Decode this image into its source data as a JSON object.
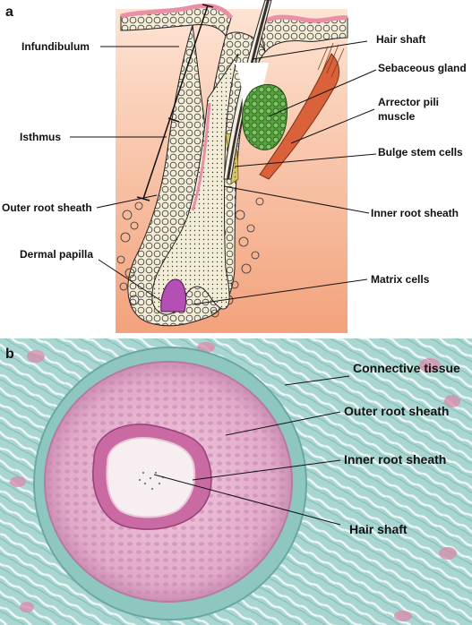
{
  "panel_a": {
    "letter": "a",
    "labels": {
      "infundibulum": "Infundibulum",
      "isthmus": "Isthmus",
      "outer_root_sheath": "Outer root sheath",
      "dermal_papilla": "Dermal papilla",
      "hair_shaft": "Hair shaft",
      "sebaceous_gland": "Sebaceous gland",
      "arrector_pili_line1": "Arrector pili",
      "arrector_pili_line2": "muscle",
      "bulge_stem_cells": "Bulge stem cells",
      "inner_root_sheath": "Inner root sheath",
      "matrix_cells": "Matrix cells"
    },
    "colors": {
      "dermis_top": "#fbd9c4",
      "dermis_bottom": "#f3a27c",
      "epidermis": "#e98fa6",
      "cells": "#f3ecd7",
      "sebaceous": "#6ab04c",
      "muscle": "#d9623a",
      "papilla": "#b34fb5"
    }
  },
  "panel_b": {
    "letter": "b",
    "labels": {
      "connective_tissue": "Connective tissue",
      "outer_root_sheath": "Outer root sheath",
      "inner_root_sheath": "Inner root sheath",
      "hair_shaft": "Hair shaft"
    },
    "colors": {
      "connective": "#a9d6d1",
      "outer_sheath": "#e2a9c9",
      "inner_sheath": "#c96aa3",
      "shaft": "#f6eef1"
    }
  }
}
